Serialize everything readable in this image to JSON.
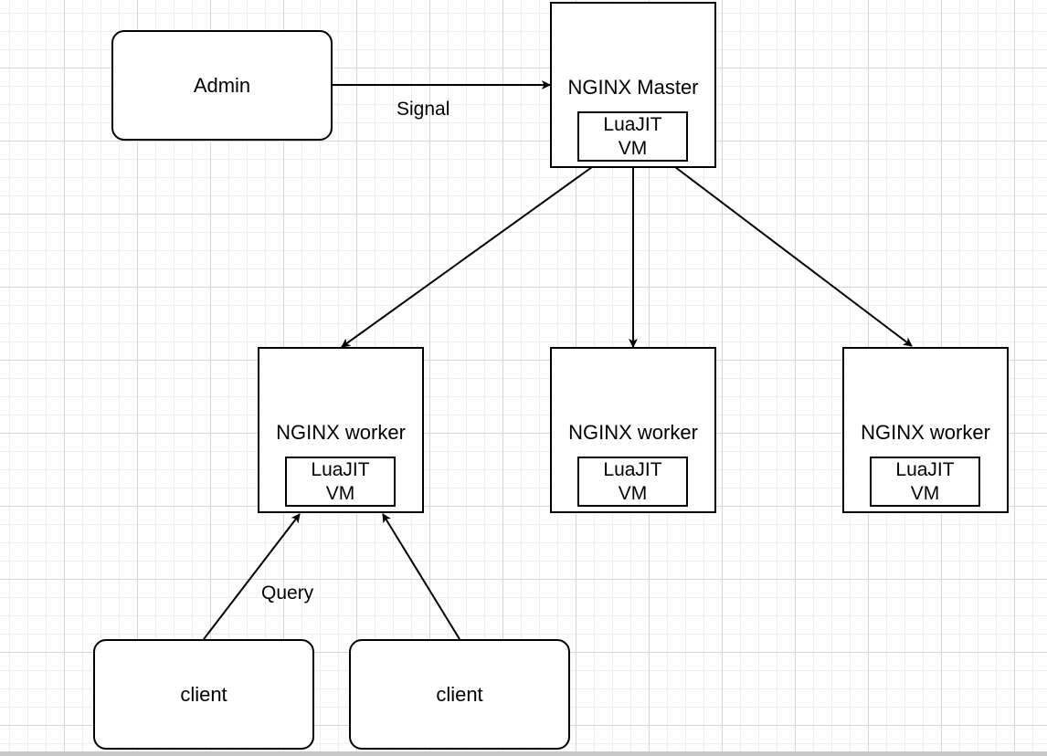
{
  "diagram": {
    "admin": {
      "label": "Admin"
    },
    "master": {
      "label": "NGINX Master",
      "vm": {
        "line1": "LuaJIT",
        "line2": "VM"
      }
    },
    "workers": [
      {
        "label": "NGINX worker",
        "vm": {
          "line1": "LuaJIT",
          "line2": "VM"
        }
      },
      {
        "label": "NGINX worker",
        "vm": {
          "line1": "LuaJIT",
          "line2": "VM"
        }
      },
      {
        "label": "NGINX worker",
        "vm": {
          "line1": "LuaJIT",
          "line2": "VM"
        }
      }
    ],
    "clients": [
      {
        "label": "client"
      },
      {
        "label": "client"
      }
    ],
    "edges": {
      "signal_label": "Signal",
      "query_label": "Query"
    }
  },
  "style": {
    "stroke": "#000000",
    "background": "#ffffff",
    "grid_major": "#d6d6d6",
    "grid_minor": "#eeeeee"
  }
}
